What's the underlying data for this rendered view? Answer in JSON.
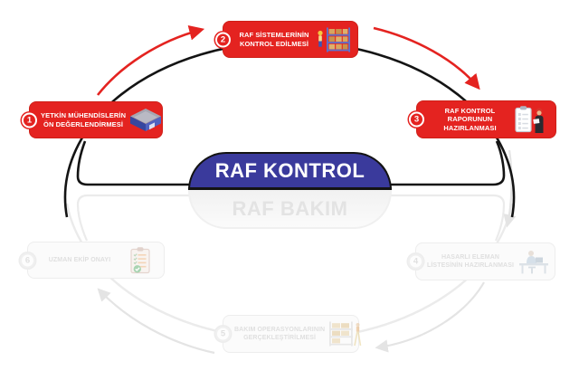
{
  "diagram": {
    "title": "RAF KONTROL",
    "subtitle": "RAF BAKIM",
    "steps": [
      {
        "num": "1",
        "lines": [
          "YETKİN MÜHENDİSLERİN",
          "ÖN DEĞERLENDİRMESİ"
        ],
        "icon": "warehouse-icon",
        "state": "active"
      },
      {
        "num": "2",
        "lines": [
          "RAF SİSTEMLERİNİN",
          "KONTROL EDİLMESİ"
        ],
        "icon": "rack-inspection-icon",
        "state": "active"
      },
      {
        "num": "3",
        "lines": [
          "RAF KONTROL",
          "RAPORUNUN",
          "HAZIRLANMASI"
        ],
        "icon": "report-person-icon",
        "state": "active"
      },
      {
        "num": "4",
        "lines": [
          "HASARLI ELEMAN",
          "LİSTESİNİN HAZIRLANMASI"
        ],
        "icon": "desk-work-icon",
        "state": "inactive"
      },
      {
        "num": "5",
        "lines": [
          "BAKIM OPERASYONLARININ",
          "GERÇEKLEŞTİRİLMESİ"
        ],
        "icon": "maintenance-rack-icon",
        "state": "inactive"
      },
      {
        "num": "6",
        "lines": [
          "UZMAN EKİP ONAYI"
        ],
        "icon": "approval-checklist-icon",
        "state": "inactive"
      }
    ],
    "colors": {
      "accent_red": "#E42320",
      "brand_blue": "#3A3A9C",
      "line_black": "#141414",
      "inactive_gray": "#EBEBEB"
    }
  }
}
